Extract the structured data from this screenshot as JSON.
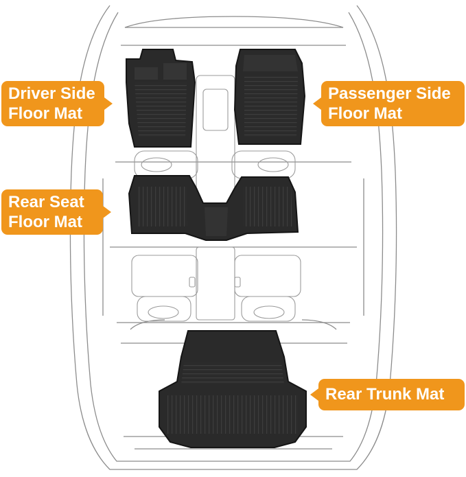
{
  "colors": {
    "accent": "#F0961C",
    "outline": "#8a8a8a",
    "mat": "#2b2b2b",
    "mat_edge": "#1a1a1a",
    "mat_rib": "#3c3c3c"
  },
  "callouts": {
    "driver": {
      "line1": "Driver Side",
      "line2": "Floor Mat"
    },
    "passenger": {
      "line1": "Passenger Side",
      "line2": "Floor Mat"
    },
    "rear_seat": {
      "line1": "Rear Seat",
      "line2": "Floor Mat"
    },
    "trunk": {
      "line1": "Rear Trunk Mat"
    }
  },
  "icons": [
    "car-top-view-outline-icon"
  ]
}
